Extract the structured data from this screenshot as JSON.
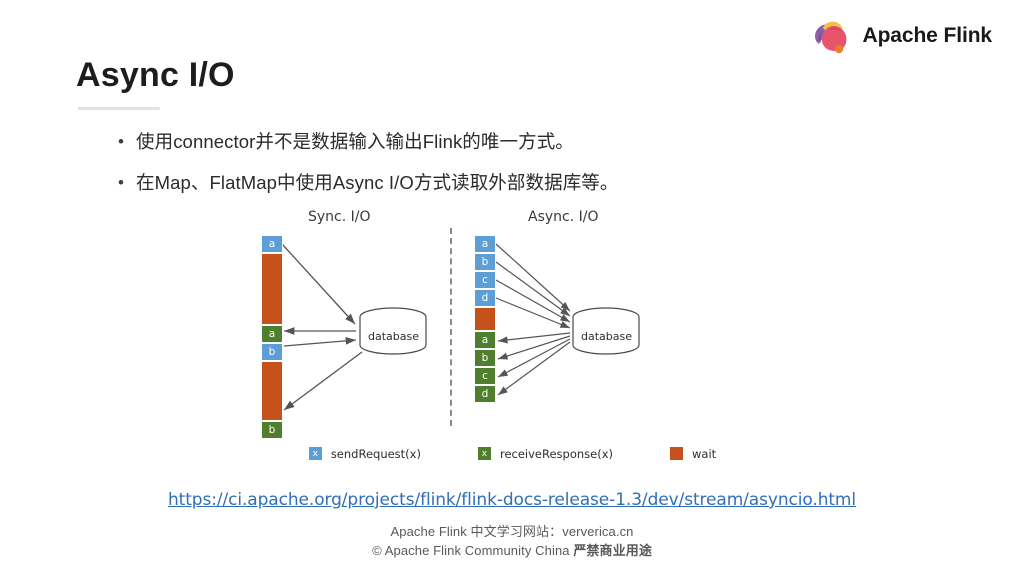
{
  "brand": {
    "logo_icon": "flink-squirrel-logo",
    "name": "Apache Flink",
    "logo_colors": {
      "body": "#e8546b",
      "tail": "#8b5fa8",
      "head": "#f0c04a",
      "accent": "#e87c2a"
    }
  },
  "slide": {
    "title": "Async I/O",
    "bullet_marker": "•",
    "bullets": [
      "使用connector并不是数据输入输出Flink的唯一方式。",
      "在Map、FlatMap中使用Async I/O方式读取外部数据库等。"
    ]
  },
  "diagram": {
    "sync": {
      "title": "Sync. I/O",
      "db_label": "database",
      "blocks": [
        {
          "label": "a",
          "kind": "send",
          "height": 18
        },
        {
          "label": "",
          "kind": "wait",
          "height": 72
        },
        {
          "label": "a",
          "kind": "recv",
          "height": 18
        },
        {
          "label": "b",
          "kind": "send",
          "height": 18
        },
        {
          "label": "",
          "kind": "wait",
          "height": 60
        },
        {
          "label": "b",
          "kind": "recv",
          "height": 18
        }
      ]
    },
    "async": {
      "title": "Async. I/O",
      "db_label": "database",
      "blocks": [
        {
          "label": "a",
          "kind": "send",
          "height": 18
        },
        {
          "label": "b",
          "kind": "send",
          "height": 18
        },
        {
          "label": "c",
          "kind": "send",
          "height": 18
        },
        {
          "label": "d",
          "kind": "send",
          "height": 18
        },
        {
          "label": "",
          "kind": "wait",
          "height": 24
        },
        {
          "label": "a",
          "kind": "recv",
          "height": 18
        },
        {
          "label": "b",
          "kind": "recv",
          "height": 18
        },
        {
          "label": "c",
          "kind": "recv",
          "height": 18
        },
        {
          "label": "d",
          "kind": "recv",
          "height": 18
        }
      ]
    },
    "legend": [
      {
        "swatch_label": "x",
        "kind": "send",
        "text": "sendRequest(x)"
      },
      {
        "swatch_label": "x",
        "kind": "recv",
        "text": "receiveResponse(x)"
      },
      {
        "swatch_label": "",
        "kind": "wait",
        "text": "wait"
      }
    ],
    "colors": {
      "send": "#5e9ed6",
      "receive": "#4f7f2c",
      "wait": "#c4521a",
      "arrow": "#555555"
    }
  },
  "link": {
    "url_text": "https://ci.apache.org/projects/flink/flink-docs-release-1.3/dev/stream/asyncio.html",
    "color": "#2f6fba"
  },
  "footer": {
    "line1": "Apache Flink 中文学习网站：ververica.cn",
    "line2_prefix": "© Apache Flink Community China ",
    "line2_strong": "严禁商业用途"
  }
}
